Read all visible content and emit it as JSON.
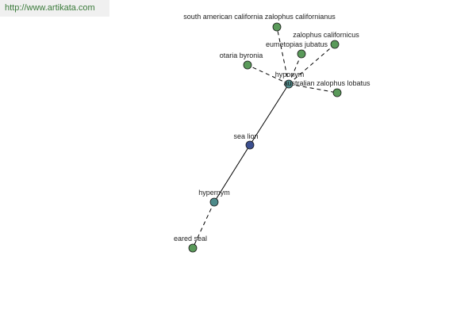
{
  "watermark": {
    "text": "http://www.artikata.com"
  },
  "colors": {
    "leaf": "#5a9a5a",
    "relation": "#4e8b8b",
    "center": "#3b4f8f",
    "edge": "#000000",
    "node_stroke": "#1a1a1a"
  },
  "nodes": [
    {
      "id": "south-american",
      "label": "south american california zalophus californianus",
      "kind": "leaf"
    },
    {
      "id": "zalophus-californicus",
      "label": "zalophus californicus",
      "kind": "leaf"
    },
    {
      "id": "eumetopias-jubatus",
      "label": "eumetopias jubatus",
      "kind": "leaf"
    },
    {
      "id": "otaria-byronia",
      "label": "otaria byronia",
      "kind": "leaf"
    },
    {
      "id": "hyponym",
      "label": "hyponym",
      "kind": "relation"
    },
    {
      "id": "australian",
      "label": "australian zalophus lobatus",
      "kind": "leaf"
    },
    {
      "id": "sea-lion",
      "label": "sea lion",
      "kind": "center"
    },
    {
      "id": "hypernym",
      "label": "hypernym",
      "kind": "relation"
    },
    {
      "id": "eared-seal",
      "label": "eared seal",
      "kind": "leaf"
    }
  ],
  "edges": [
    {
      "from": "sea-lion",
      "to": "hyponym",
      "style": "solid"
    },
    {
      "from": "sea-lion",
      "to": "hypernym",
      "style": "solid"
    },
    {
      "from": "hyponym",
      "to": "south-american",
      "style": "dashed"
    },
    {
      "from": "hyponym",
      "to": "zalophus-californicus",
      "style": "dashed"
    },
    {
      "from": "hyponym",
      "to": "eumetopias-jubatus",
      "style": "dashed"
    },
    {
      "from": "hyponym",
      "to": "otaria-byronia",
      "style": "dashed"
    },
    {
      "from": "hyponym",
      "to": "australian",
      "style": "dashed"
    },
    {
      "from": "hypernym",
      "to": "eared-seal",
      "style": "dashed"
    }
  ]
}
